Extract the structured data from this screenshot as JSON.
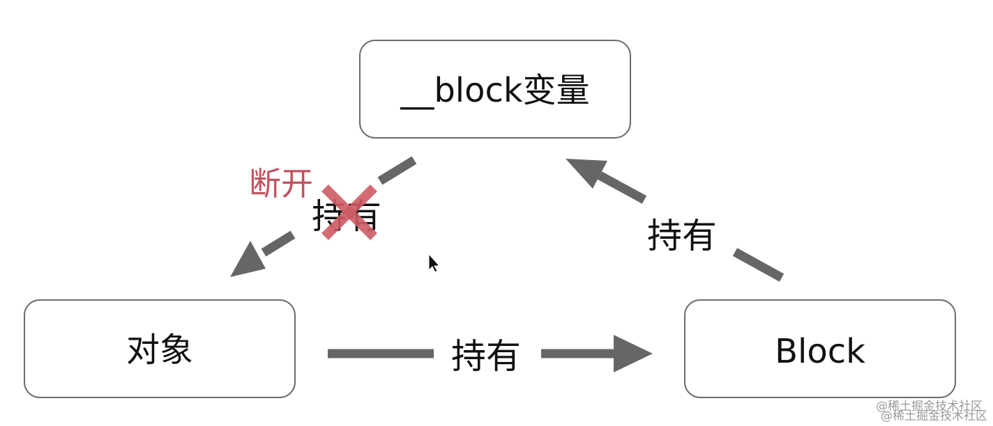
{
  "diagram": {
    "nodes": {
      "block_var": {
        "label": "__block变量"
      },
      "object": {
        "label": "对象"
      },
      "block": {
        "label": "Block"
      }
    },
    "edges": {
      "object_to_block": {
        "label": "持有"
      },
      "block_to_blockvar": {
        "label": "持有"
      },
      "blockvar_to_object": {
        "label": "持有",
        "status_label": "断开"
      }
    },
    "colors": {
      "arrow": "#666666",
      "box_border": "#6b6b6b",
      "break_mark": "#cf5c67",
      "break_text": "#c4515f"
    }
  },
  "watermark": {
    "line1": "@稀土掘金技术社区",
    "line2": "@稀土掘金技术社区"
  }
}
